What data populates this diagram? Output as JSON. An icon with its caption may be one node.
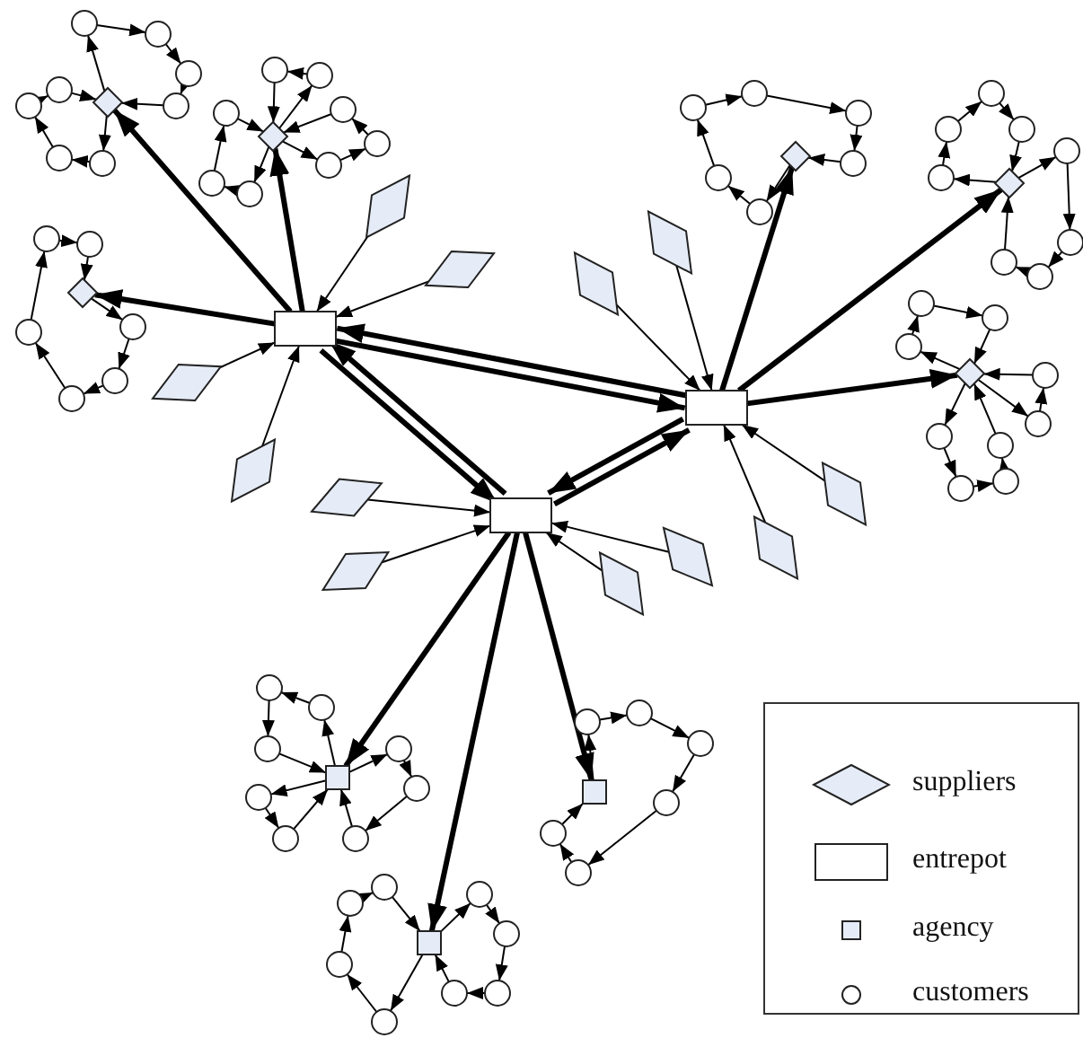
{
  "diagram": {
    "nodes": [
      {
        "text": [],
        "shape": "box"
      },
      {
        "text": [],
        "shape": "box"
      },
      {
        "text": [],
        "shape": "box"
      },
      {
        "text": [],
        "shape": "diamond"
      },
      {
        "text": [],
        "shape": "diamond"
      },
      {
        "text": [],
        "shape": "diamond"
      },
      {
        "text": [],
        "shape": "diamond"
      },
      {
        "text": [],
        "shape": "diamond"
      },
      {
        "text": [],
        "shape": "diamond"
      },
      {
        "text": [],
        "shape": "diamond"
      },
      {
        "text": [],
        "shape": "diamond"
      },
      {
        "text": [],
        "shape": "diamond"
      },
      {
        "text": [],
        "shape": "diamond"
      },
      {
        "text": [],
        "shape": "diamond"
      },
      {
        "text": [],
        "shape": "diamond"
      },
      {
        "text": [],
        "shape": "diamond"
      },
      {
        "text": [],
        "shape": "diamond"
      },
      {
        "text": [],
        "shape": "diamond"
      },
      {
        "text": [],
        "shape": "diamond"
      },
      {
        "text": [],
        "shape": "diamond"
      },
      {
        "text": [],
        "shape": "diamond"
      },
      {
        "text": [],
        "shape": "box"
      },
      {
        "text": [],
        "shape": "box"
      },
      {
        "text": [],
        "shape": "box"
      },
      {
        "text": [],
        "shape": "circle"
      },
      {
        "text": [],
        "shape": "circle"
      },
      {
        "text": [],
        "shape": "circle"
      },
      {
        "text": [],
        "shape": "circle"
      },
      {
        "text": [],
        "shape": "circle"
      },
      {
        "text": [],
        "shape": "circle"
      },
      {
        "text": [],
        "shape": "circle"
      },
      {
        "text": [],
        "shape": "circle"
      },
      {
        "text": [],
        "shape": "circle"
      },
      {
        "text": [],
        "shape": "circle"
      },
      {
        "text": [],
        "shape": "circle"
      },
      {
        "text": [],
        "shape": "circle"
      },
      {
        "text": [],
        "shape": "circle"
      },
      {
        "text": [],
        "shape": "circle"
      },
      {
        "text": [],
        "shape": "circle"
      },
      {
        "text": [],
        "shape": "circle"
      },
      {
        "text": [],
        "shape": "circle"
      },
      {
        "text": [],
        "shape": "circle"
      },
      {
        "text": [],
        "shape": "circle"
      },
      {
        "text": [],
        "shape": "circle"
      },
      {
        "text": [],
        "shape": "circle"
      },
      {
        "text": [],
        "shape": "circle"
      },
      {
        "text": [],
        "shape": "circle"
      },
      {
        "text": [],
        "shape": "circle"
      },
      {
        "text": [],
        "shape": "circle"
      },
      {
        "text": [],
        "shape": "circle"
      },
      {
        "text": [],
        "shape": "circle"
      },
      {
        "text": [],
        "shape": "circle"
      },
      {
        "text": [],
        "shape": "circle"
      },
      {
        "text": [],
        "shape": "circle"
      },
      {
        "text": [],
        "shape": "circle"
      },
      {
        "text": [],
        "shape": "circle"
      },
      {
        "text": [],
        "shape": "circle"
      },
      {
        "text": [],
        "shape": "circle"
      },
      {
        "text": [],
        "shape": "circle"
      },
      {
        "text": [],
        "shape": "circle"
      },
      {
        "text": [],
        "shape": "circle"
      },
      {
        "text": [],
        "shape": "circle"
      },
      {
        "text": [],
        "shape": "circle"
      },
      {
        "text": [],
        "shape": "circle"
      },
      {
        "text": [],
        "shape": "circle"
      },
      {
        "text": [],
        "shape": "circle"
      },
      {
        "text": [],
        "shape": "circle"
      },
      {
        "text": [],
        "shape": "circle"
      },
      {
        "text": [],
        "shape": "circle"
      },
      {
        "text": [],
        "shape": "circle"
      },
      {
        "text": [],
        "shape": "circle"
      },
      {
        "text": [],
        "shape": "circle"
      },
      {
        "text": [],
        "shape": "circle"
      },
      {
        "text": [],
        "shape": "circle"
      },
      {
        "text": [],
        "shape": "circle"
      },
      {
        "text": [],
        "shape": "circle"
      },
      {
        "text": [],
        "shape": "circle"
      },
      {
        "text": [],
        "shape": "circle"
      },
      {
        "text": [],
        "shape": "circle"
      },
      {
        "text": [],
        "shape": "circle"
      },
      {
        "text": [],
        "shape": "circle"
      },
      {
        "text": [],
        "shape": "circle"
      },
      {
        "text": [],
        "shape": "circle"
      },
      {
        "text": [],
        "shape": "circle"
      },
      {
        "text": [],
        "shape": "circle"
      },
      {
        "text": [],
        "shape": "circle"
      },
      {
        "text": [],
        "shape": "circle"
      },
      {
        "text": [],
        "shape": "circle"
      },
      {
        "text": [],
        "shape": "circle"
      },
      {
        "text": [],
        "shape": "circle"
      },
      {
        "text": [],
        "shape": "circle"
      }
    ],
    "edges": [
      {
        "from": 3,
        "to": 0,
        "arrow": "to"
      },
      {
        "from": 4,
        "to": 0,
        "arrow": "to"
      },
      {
        "from": 5,
        "to": 0,
        "arrow": "to"
      },
      {
        "from": 6,
        "to": 0,
        "arrow": "to"
      },
      {
        "from": 7,
        "to": 1,
        "arrow": "to"
      },
      {
        "from": 8,
        "to": 1,
        "arrow": "to"
      },
      {
        "from": 13,
        "to": 1,
        "arrow": "to"
      },
      {
        "from": 14,
        "to": 1,
        "arrow": "to"
      },
      {
        "from": 9,
        "to": 2,
        "arrow": "to"
      },
      {
        "from": 10,
        "to": 2,
        "arrow": "to"
      },
      {
        "from": 11,
        "to": 2,
        "arrow": "to"
      },
      {
        "from": 12,
        "to": 2,
        "arrow": "to"
      },
      {
        "from": 0,
        "to": 15,
        "arrow": "to",
        "style": "thick"
      },
      {
        "from": 0,
        "to": 16,
        "arrow": "to",
        "style": "thick"
      },
      {
        "from": 0,
        "to": 17,
        "arrow": "to",
        "style": "thick"
      },
      {
        "from": 0,
        "to": 1,
        "arrow": "to",
        "style": "thick"
      },
      {
        "from": 1,
        "to": 0,
        "arrow": "to",
        "style": "thick"
      },
      {
        "from": 0,
        "to": 2,
        "arrow": "to",
        "style": "thick"
      },
      {
        "from": 2,
        "to": 0,
        "arrow": "to",
        "style": "thick"
      },
      {
        "from": 2,
        "to": 1,
        "arrow": "to",
        "style": "thick"
      },
      {
        "from": 1,
        "to": 2,
        "arrow": "to",
        "style": "thick"
      },
      {
        "from": 1,
        "to": 18,
        "arrow": "to",
        "style": "thick"
      },
      {
        "from": 1,
        "to": 19,
        "arrow": "to",
        "style": "thick"
      },
      {
        "from": 1,
        "to": 20,
        "arrow": "to",
        "style": "thick"
      },
      {
        "from": 2,
        "to": 21,
        "arrow": "to",
        "style": "thick"
      },
      {
        "from": 2,
        "to": 22,
        "arrow": "to",
        "style": "thick"
      },
      {
        "from": 2,
        "to": 23,
        "arrow": "to",
        "style": "thick"
      },
      {
        "from": 15,
        "to": 24,
        "arrow": "to"
      },
      {
        "from": 24,
        "to": 25,
        "arrow": "to"
      },
      {
        "from": 25,
        "to": 26,
        "arrow": "to"
      },
      {
        "from": 26,
        "to": 27,
        "arrow": "to"
      },
      {
        "from": 27,
        "to": 15,
        "arrow": "to"
      },
      {
        "from": 15,
        "to": 28,
        "arrow": "to"
      },
      {
        "from": 28,
        "to": 29,
        "arrow": "to"
      },
      {
        "from": 29,
        "to": 30,
        "arrow": "to"
      },
      {
        "from": 30,
        "to": 31,
        "arrow": "to"
      },
      {
        "from": 31,
        "to": 15,
        "arrow": "to"
      },
      {
        "from": 16,
        "to": 32,
        "arrow": "to"
      },
      {
        "from": 32,
        "to": 33,
        "arrow": "to"
      },
      {
        "from": 33,
        "to": 16,
        "arrow": "to"
      },
      {
        "from": 16,
        "to": 34,
        "arrow": "to"
      },
      {
        "from": 34,
        "to": 35,
        "arrow": "to"
      },
      {
        "from": 35,
        "to": 36,
        "arrow": "to"
      },
      {
        "from": 36,
        "to": 16,
        "arrow": "to"
      },
      {
        "from": 16,
        "to": 37,
        "arrow": "to"
      },
      {
        "from": 37,
        "to": 38,
        "arrow": "to"
      },
      {
        "from": 38,
        "to": 39,
        "arrow": "to"
      },
      {
        "from": 39,
        "to": 16,
        "arrow": "to"
      },
      {
        "from": 17,
        "to": 40,
        "arrow": "to"
      },
      {
        "from": 40,
        "to": 41,
        "arrow": "to"
      },
      {
        "from": 41,
        "to": 42,
        "arrow": "to"
      },
      {
        "from": 42,
        "to": 43,
        "arrow": "to"
      },
      {
        "from": 43,
        "to": 44,
        "arrow": "to"
      },
      {
        "from": 44,
        "to": 45,
        "arrow": "to"
      },
      {
        "from": 45,
        "to": 17,
        "arrow": "to"
      },
      {
        "from": 18,
        "to": 46,
        "arrow": "to"
      },
      {
        "from": 46,
        "to": 47,
        "arrow": "to"
      },
      {
        "from": 47,
        "to": 48,
        "arrow": "to"
      },
      {
        "from": 48,
        "to": 49,
        "arrow": "to"
      },
      {
        "from": 49,
        "to": 50,
        "arrow": "to"
      },
      {
        "from": 50,
        "to": 51,
        "arrow": "to"
      },
      {
        "from": 51,
        "to": 18,
        "arrow": "to"
      },
      {
        "from": 19,
        "to": 52,
        "arrow": "to"
      },
      {
        "from": 52,
        "to": 53,
        "arrow": "to"
      },
      {
        "from": 53,
        "to": 54,
        "arrow": "to"
      },
      {
        "from": 54,
        "to": 55,
        "arrow": "to"
      },
      {
        "from": 55,
        "to": 19,
        "arrow": "to"
      },
      {
        "from": 19,
        "to": 56,
        "arrow": "to"
      },
      {
        "from": 56,
        "to": 57,
        "arrow": "to"
      },
      {
        "from": 57,
        "to": 58,
        "arrow": "to"
      },
      {
        "from": 58,
        "to": 59,
        "arrow": "to"
      },
      {
        "from": 59,
        "to": 19,
        "arrow": "to"
      },
      {
        "from": 20,
        "to": 60,
        "arrow": "to"
      },
      {
        "from": 60,
        "to": 61,
        "arrow": "to"
      },
      {
        "from": 61,
        "to": 62,
        "arrow": "to"
      },
      {
        "from": 62,
        "to": 20,
        "arrow": "to"
      },
      {
        "from": 20,
        "to": 63,
        "arrow": "to"
      },
      {
        "from": 63,
        "to": 64,
        "arrow": "to"
      },
      {
        "from": 64,
        "to": 20,
        "arrow": "to"
      },
      {
        "from": 20,
        "to": 65,
        "arrow": "to"
      },
      {
        "from": 65,
        "to": 66,
        "arrow": "to"
      },
      {
        "from": 66,
        "to": 67,
        "arrow": "to"
      },
      {
        "from": 67,
        "to": 68,
        "arrow": "to"
      },
      {
        "from": 68,
        "to": 20,
        "arrow": "to"
      },
      {
        "from": 21,
        "to": 69,
        "arrow": "to"
      },
      {
        "from": 69,
        "to": 70,
        "arrow": "to"
      },
      {
        "from": 70,
        "to": 71,
        "arrow": "to"
      },
      {
        "from": 71,
        "to": 21,
        "arrow": "to"
      },
      {
        "from": 21,
        "to": 72,
        "arrow": "to"
      },
      {
        "from": 72,
        "to": 73,
        "arrow": "to"
      },
      {
        "from": 73,
        "to": 74,
        "arrow": "to"
      },
      {
        "from": 74,
        "to": 21,
        "arrow": "to"
      },
      {
        "from": 21,
        "to": 75,
        "arrow": "to"
      },
      {
        "from": 75,
        "to": 76,
        "arrow": "to"
      },
      {
        "from": 76,
        "to": 21,
        "arrow": "to"
      },
      {
        "from": 22,
        "to": 77,
        "arrow": "to"
      },
      {
        "from": 77,
        "to": 78,
        "arrow": "to"
      },
      {
        "from": 78,
        "to": 79,
        "arrow": "to"
      },
      {
        "from": 79,
        "to": 80,
        "arrow": "to"
      },
      {
        "from": 80,
        "to": 81,
        "arrow": "to"
      },
      {
        "from": 81,
        "to": 82,
        "arrow": "to"
      },
      {
        "from": 82,
        "to": 22,
        "arrow": "to"
      },
      {
        "from": 23,
        "to": 83,
        "arrow": "to"
      },
      {
        "from": 83,
        "to": 84,
        "arrow": "to"
      },
      {
        "from": 84,
        "to": 85,
        "arrow": "to"
      },
      {
        "from": 85,
        "to": 86,
        "arrow": "to"
      },
      {
        "from": 86,
        "to": 23,
        "arrow": "to"
      },
      {
        "from": 23,
        "to": 87,
        "arrow": "to"
      },
      {
        "from": 87,
        "to": 88,
        "arrow": "to"
      },
      {
        "from": 88,
        "to": 89,
        "arrow": "to"
      },
      {
        "from": 89,
        "to": 90,
        "arrow": "to"
      },
      {
        "from": 90,
        "to": 23,
        "arrow": "to"
      }
    ],
    "legend": [
      {
        "text": "suppliers"
      },
      {
        "text": "entrepot"
      },
      {
        "text": "agency"
      },
      {
        "text": "customers"
      }
    ]
  }
}
